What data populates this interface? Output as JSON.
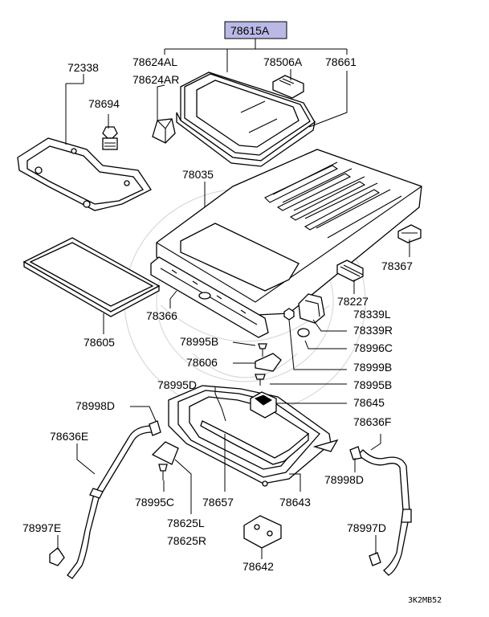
{
  "highlight_color": "#b9b9e6",
  "labels": {
    "p78615A": "78615A",
    "p78624AL": "78624AL",
    "p78624AR": "78624AR",
    "p78506A": "78506A",
    "p78661": "78661",
    "p72338": "72338",
    "p78694": "78694",
    "p78035": "78035",
    "p78367": "78367",
    "p78227": "78227",
    "p78366": "78366",
    "p78605": "78605",
    "p78339L": "78339L",
    "p78339R": "78339R",
    "p78995B_top": "78995B",
    "p78996C": "78996C",
    "p78606": "78606",
    "p78999B": "78999B",
    "p78995D": "78995D",
    "p78995B_mid": "78995B",
    "p78998D_left": "78998D",
    "p78645": "78645",
    "p78636E": "78636E",
    "p78636F": "78636F",
    "p78998D_right": "78998D",
    "p78995C": "78995C",
    "p78657": "78657",
    "p78643": "78643",
    "p78625L": "78625L",
    "p78625R": "78625R",
    "p78997E": "78997E",
    "p78997D": "78997D",
    "p78642": "78642"
  },
  "diagram_code": "3K2MB52"
}
